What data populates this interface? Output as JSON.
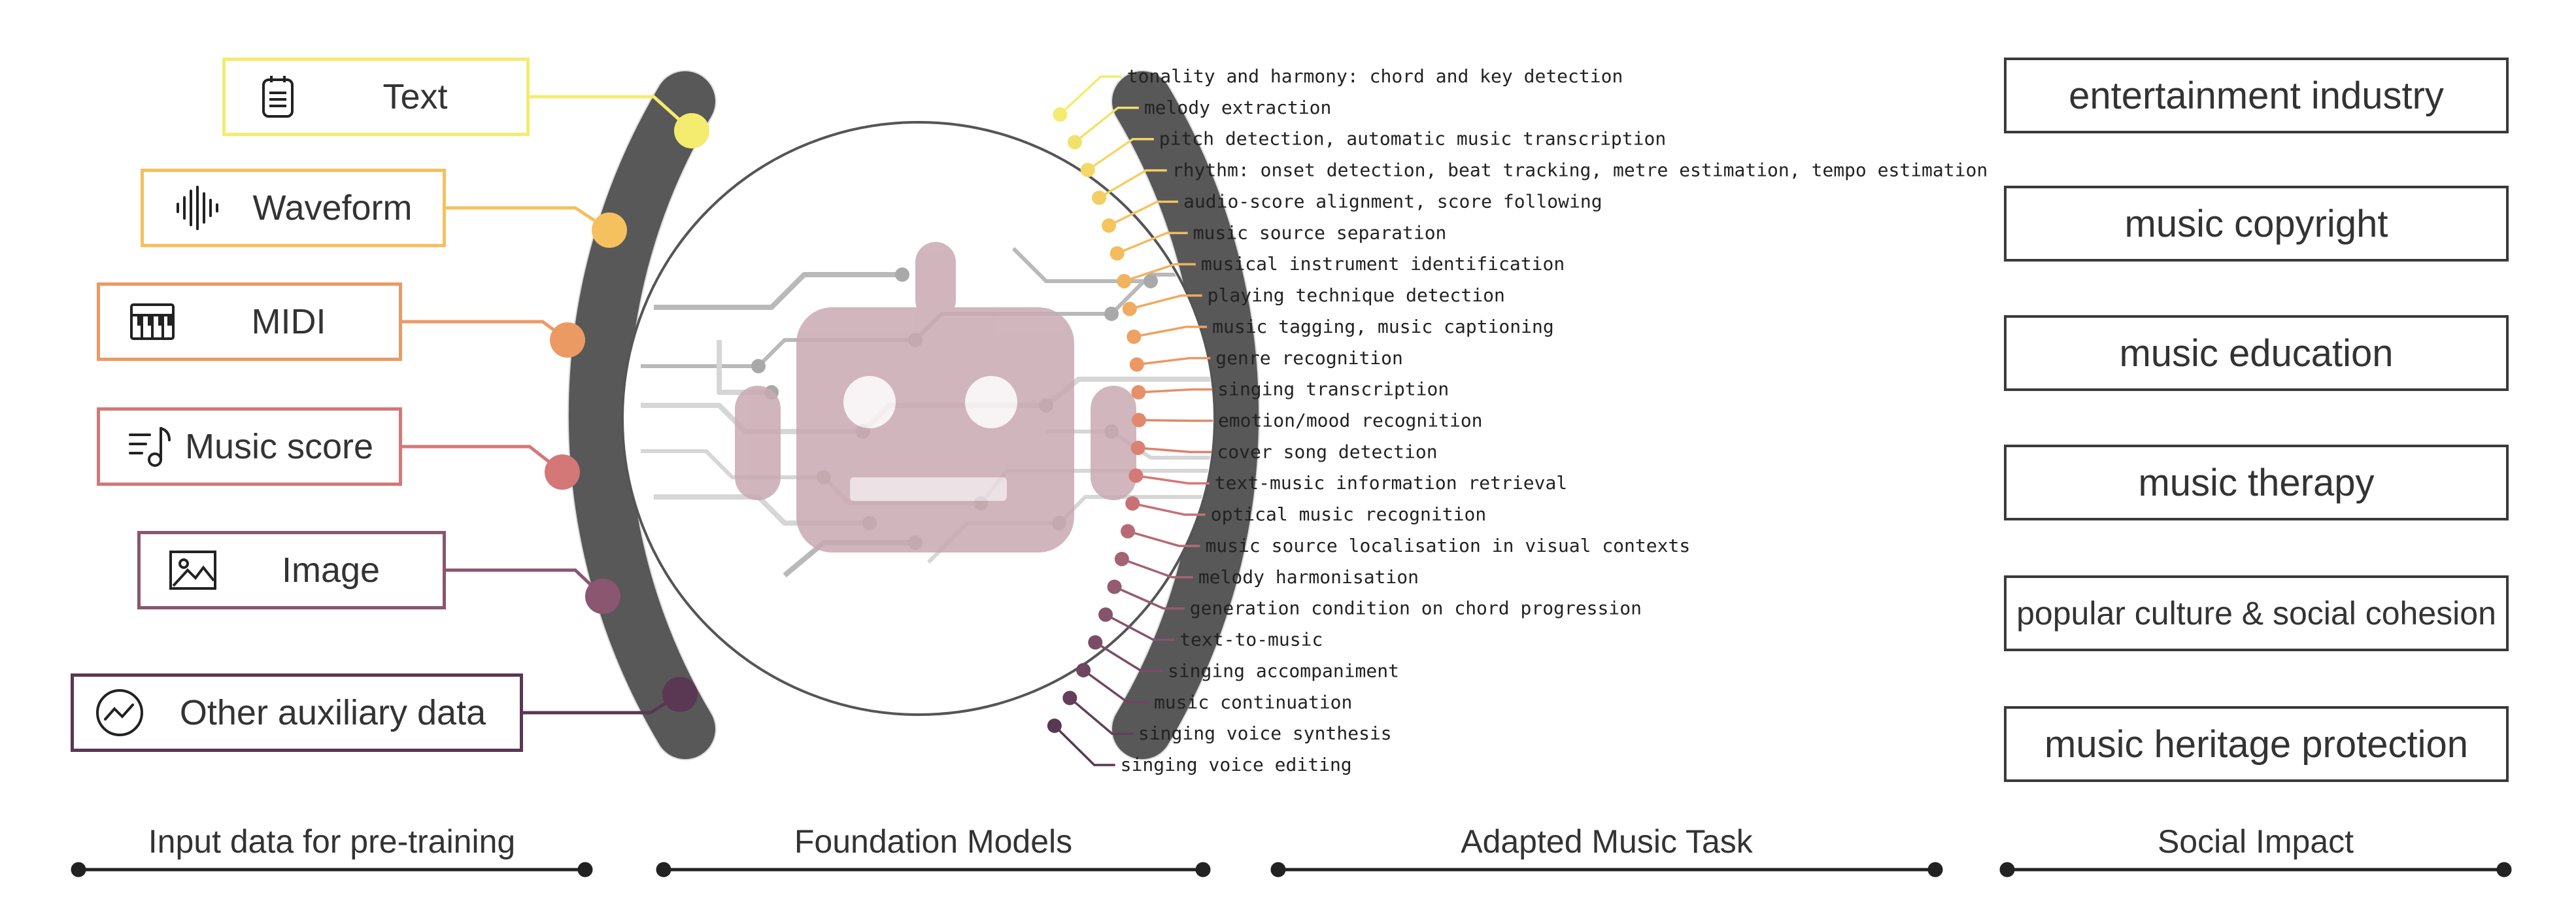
{
  "inputs": [
    {
      "label": "Text",
      "icon": "text-document-icon",
      "color": "#f3ec6e"
    },
    {
      "label": "Waveform",
      "icon": "waveform-icon",
      "color": "#f5c05e"
    },
    {
      "label": "MIDI",
      "icon": "midi-keyboard-icon",
      "color": "#ec9a63"
    },
    {
      "label": "Music score",
      "icon": "music-score-icon",
      "color": "#d47777"
    },
    {
      "label": "Image",
      "icon": "image-icon",
      "color": "#8a5670"
    },
    {
      "label": "Other auxiliary data",
      "icon": "auxiliary-data-icon",
      "color": "#5a3752"
    }
  ],
  "tasks": [
    "tonality and harmony: chord and key detection",
    "melody extraction",
    "pitch detection, automatic music transcription",
    "rhythm: onset detection, beat tracking, metre estimation, tempo estimation",
    "audio-score alignment, score following",
    "music source separation",
    "musical instrument identification",
    "playing technique detection",
    "music tagging, music captioning",
    "genre recognition",
    "singing transcription",
    "emotion/mood recognition",
    "cover song detection",
    "text-music information retrieval",
    "optical music recognition",
    "music source localisation in visual contexts",
    "melody harmonisation",
    "generation condition on chord progression",
    "text-to-music",
    "singing accompaniment",
    "music continuation",
    "singing voice synthesis",
    "singing voice editing"
  ],
  "impacts": [
    "entertainment industry",
    "music copyright",
    "music education",
    "music therapy",
    "popular culture & social cohesion",
    "music heritage protection"
  ],
  "columns": [
    "Input data for pre-training",
    "Foundation Models",
    "Adapted Music Task",
    "Social Impact"
  ],
  "colors": {
    "arc": "#4d4d4d",
    "robot": "#c9a9b1",
    "circuit": "#cfcfcf",
    "gradient": [
      "#f3ec6e",
      "#f5c05e",
      "#ec9a63",
      "#d47777",
      "#8a5670",
      "#5a3752"
    ]
  }
}
